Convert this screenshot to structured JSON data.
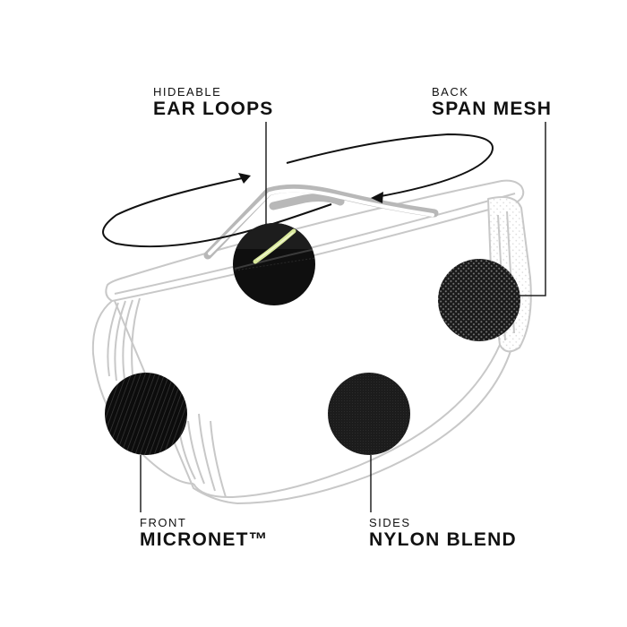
{
  "callouts": {
    "ear_loops": {
      "small": "HIDEABLE",
      "big": "EAR LOOPS"
    },
    "back_mesh": {
      "small": "BACK",
      "big": "SPAN MESH"
    },
    "front": {
      "small": "FRONT",
      "big": "MICRONET™"
    },
    "sides": {
      "small": "SIDES",
      "big": "NYLON BLEND"
    }
  },
  "colors": {
    "outline": "#c8c8c8",
    "leader": "#222222",
    "swatch": "#111111",
    "loop_accent": "#d8e89a"
  }
}
